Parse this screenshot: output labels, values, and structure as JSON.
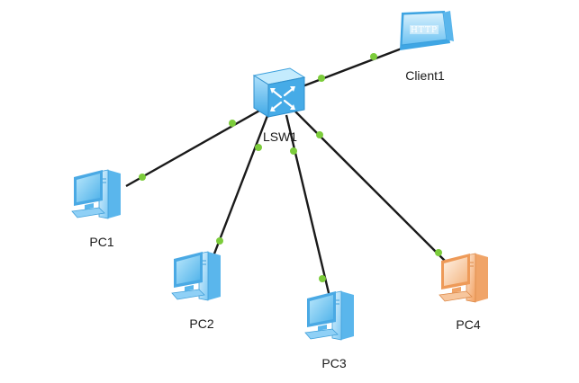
{
  "colors": {
    "link": "#1a1a1a",
    "port_dot": "#7ccc3b",
    "switch_blue": "#55b7ee",
    "pc_blue": "#7fc9f4",
    "pc_orange": "#f4b27f",
    "client_blue": "#6cc2f2"
  },
  "topology": {
    "switch": {
      "name": "LSW1",
      "icon": "switch-icon"
    },
    "client": {
      "name": "Client1",
      "icon": "http-client-icon",
      "screen_text": "HTTP"
    },
    "pcs": [
      {
        "name": "PC1",
        "icon": "pc-icon",
        "state": "normal"
      },
      {
        "name": "PC2",
        "icon": "pc-icon",
        "state": "normal"
      },
      {
        "name": "PC3",
        "icon": "pc-icon",
        "state": "normal"
      },
      {
        "name": "PC4",
        "icon": "pc-icon",
        "state": "highlighted"
      }
    ],
    "links": [
      {
        "from": "LSW1",
        "to": "Client1"
      },
      {
        "from": "LSW1",
        "to": "PC1"
      },
      {
        "from": "LSW1",
        "to": "PC2"
      },
      {
        "from": "LSW1",
        "to": "PC3"
      },
      {
        "from": "LSW1",
        "to": "PC4"
      }
    ]
  }
}
